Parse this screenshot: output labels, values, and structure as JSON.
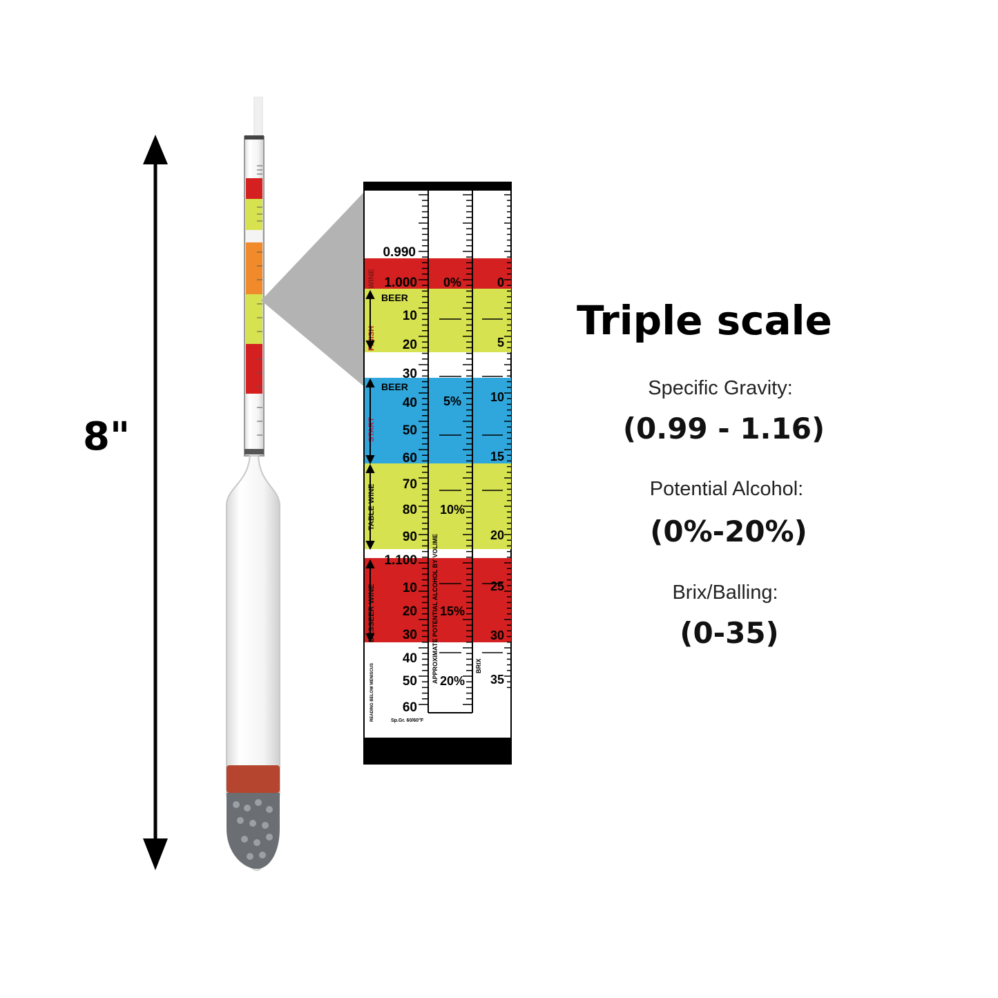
{
  "dimension": {
    "height_label": "8\""
  },
  "title": "Triple scale",
  "specs": [
    {
      "label": "Specific Gravity:",
      "value": "(0.99 - 1.16)"
    },
    {
      "label": "Potential Alcohol:",
      "value": "(0%-20%)"
    },
    {
      "label": "Brix/Balling:",
      "value": "(0-35)"
    }
  ],
  "scale_card": {
    "sg_top": "0.990",
    "sg_labels": [
      "1.000",
      "10",
      "20",
      "30",
      "40",
      "50",
      "60",
      "70",
      "80",
      "90",
      "1.100",
      "10",
      "20",
      "30",
      "40",
      "50",
      "60"
    ],
    "alcohol_labels": [
      "0%",
      "5%",
      "10%",
      "15%",
      "20%"
    ],
    "brix_labels": [
      "0",
      "5",
      "10",
      "15",
      "20",
      "25",
      "30",
      "35"
    ],
    "zones": [
      {
        "label": "WINE",
        "color": "#d42020"
      },
      {
        "label": "FINISH",
        "color": "#d6e250"
      },
      {
        "label": "START",
        "color": "#2fa7dc"
      },
      {
        "label": "TABLE WINE",
        "color": "#d6e250"
      },
      {
        "label": "DESSEER WINE",
        "color": "#d42020"
      }
    ],
    "beer_label_1": "BEER",
    "beer_label_2": "BEER",
    "col_alcohol_title": "APPROXIMATE   POTENTIAL   ALCOHOL   BY VOLIME",
    "col_brix_title": "BRIX",
    "footnote_left": "READING BELOW MENISCUS",
    "footnote_sg": "Sp.Gr. 60/60°F"
  },
  "colors": {
    "red": "#d42020",
    "yellow": "#d6e250",
    "blue": "#2fa7dc",
    "orange": "#f08a2a",
    "callout": "#b3b3b3",
    "weight_band": "#b5452e"
  }
}
